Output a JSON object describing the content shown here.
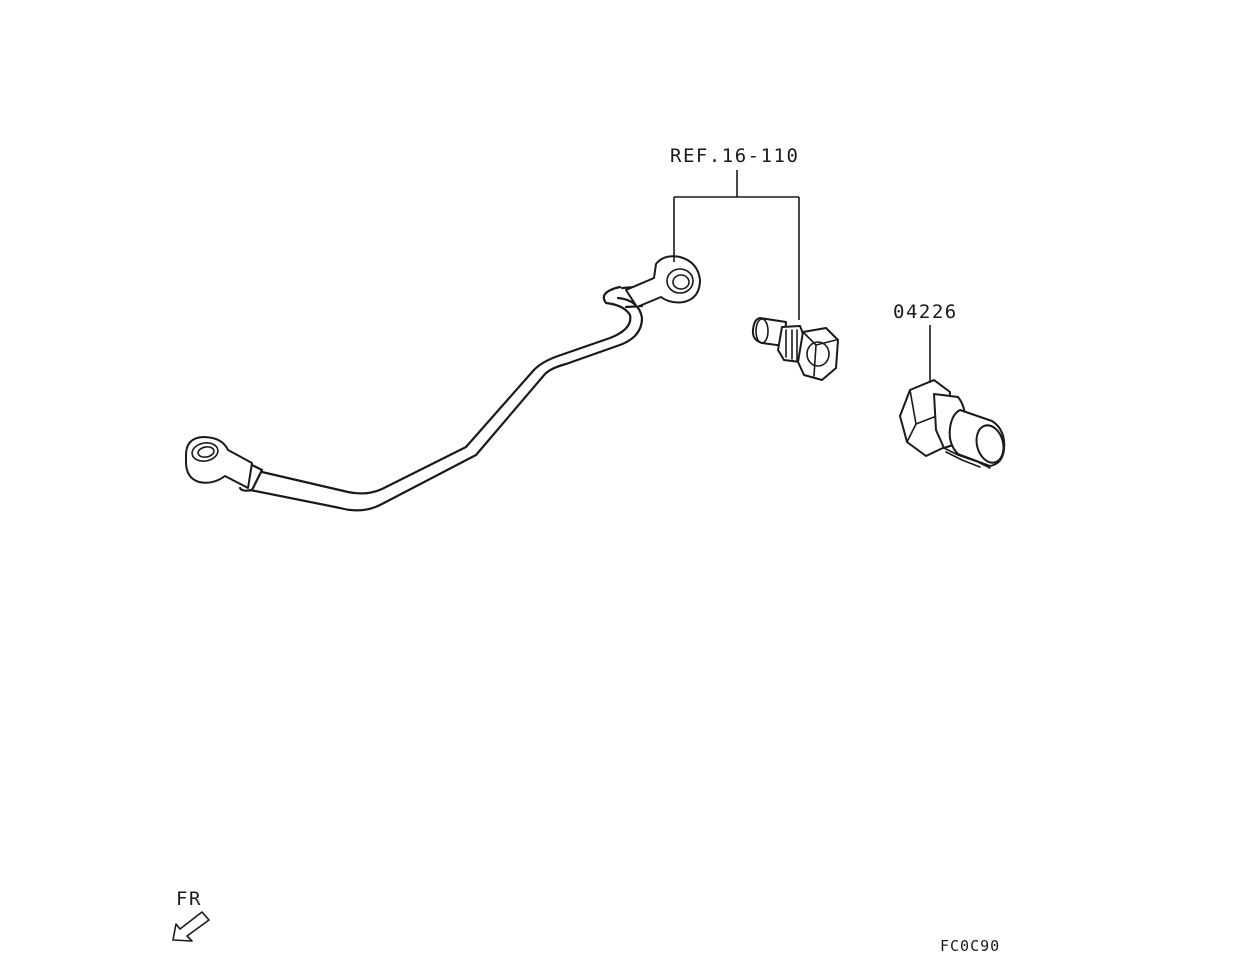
{
  "callouts": {
    "ref_label": "REF.16-110",
    "part_number_label": "04226"
  },
  "orientation": {
    "label": "FR",
    "arrow_icon": "front-direction-arrow-icon"
  },
  "figure_code": "FC0C90",
  "colors": {
    "line": "#1a1a1a",
    "background": "#ffffff"
  }
}
